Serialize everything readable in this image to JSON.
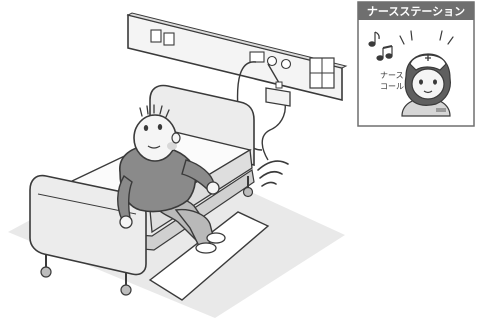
{
  "inset": {
    "title": "ナースステーション",
    "call_label_line1": "ナース",
    "call_label_line2": "コール"
  },
  "colors": {
    "inset_header": "#6f6f6f",
    "floor": "#e9e9e9",
    "wall_panel": "#f4f4f4",
    "bed_frame": "#ececec",
    "sweater": "#8a8a8a",
    "pants": "#b9b9b9",
    "skin": "#f5f5f5",
    "outline": "#3a3a3a"
  },
  "icons": {
    "music_notes": "music-note-icon",
    "sensor_waves": "signal-waves-icon",
    "plug": "plug-icon"
  }
}
